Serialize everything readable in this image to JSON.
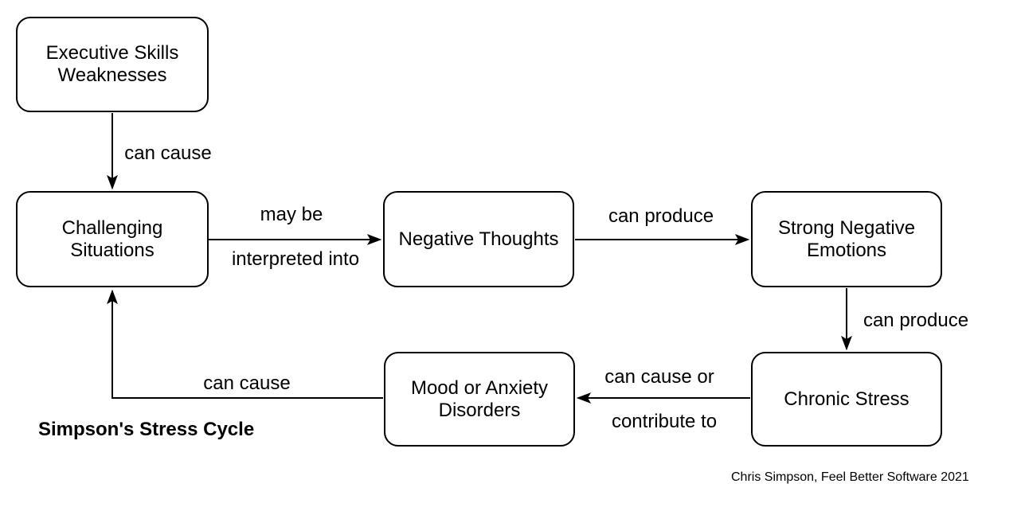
{
  "diagram": {
    "title": "Simpson's Stress Cycle",
    "credit": "Chris Simpson, Feel Better Software 2021",
    "colors": {
      "stroke": "#000000",
      "text": "#000000",
      "background": "#ffffff"
    },
    "nodes": [
      {
        "id": "executive-skills-weaknesses",
        "lines": [
          "Executive Skills",
          "Weaknesses"
        ]
      },
      {
        "id": "challenging-situations",
        "lines": [
          "Challenging",
          "Situations"
        ]
      },
      {
        "id": "negative-thoughts",
        "lines": [
          "Negative Thoughts"
        ]
      },
      {
        "id": "strong-negative-emotions",
        "lines": [
          "Strong Negative",
          "Emotions"
        ]
      },
      {
        "id": "chronic-stress",
        "lines": [
          "Chronic Stress"
        ]
      },
      {
        "id": "mood-or-anxiety-disorders",
        "lines": [
          "Mood or Anxiety",
          "Disorders"
        ]
      }
    ],
    "edges": [
      {
        "from": "executive-skills-weaknesses",
        "to": "challenging-situations",
        "label": "can cause"
      },
      {
        "from": "challenging-situations",
        "to": "negative-thoughts",
        "label": "may be interpreted into",
        "label_lines": [
          "may be",
          "interpreted into"
        ]
      },
      {
        "from": "negative-thoughts",
        "to": "strong-negative-emotions",
        "label": "can produce"
      },
      {
        "from": "strong-negative-emotions",
        "to": "chronic-stress",
        "label": "can produce"
      },
      {
        "from": "chronic-stress",
        "to": "mood-or-anxiety-disorders",
        "label": "can cause or contribute to",
        "label_lines": [
          "can cause or",
          "contribute to"
        ]
      },
      {
        "from": "mood-or-anxiety-disorders",
        "to": "challenging-situations",
        "label": "can cause"
      }
    ]
  }
}
